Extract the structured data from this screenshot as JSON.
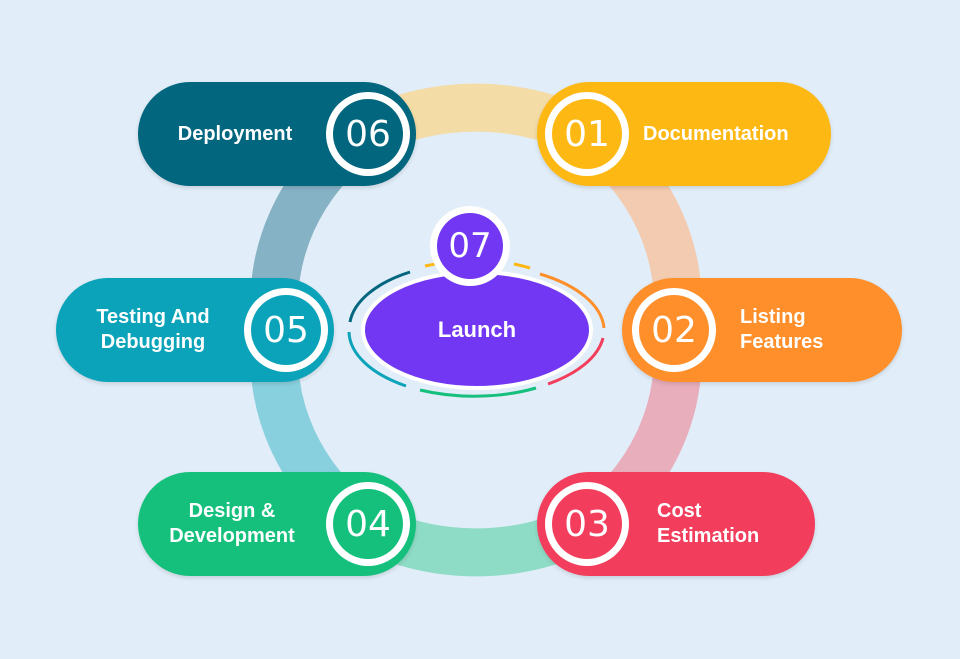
{
  "colors": {
    "background": "#e1edf8",
    "step01": "#fdb813",
    "step02": "#fe8f2b",
    "step03": "#f23e5c",
    "step04": "#15c07d",
    "step05": "#0ba3b9",
    "step06": "#01667e",
    "step07": "#7237f3"
  },
  "steps": [
    {
      "number": "01",
      "label": "Documentation"
    },
    {
      "number": "02",
      "label": "Listing\nFeatures"
    },
    {
      "number": "03",
      "label": "Cost\nEstimation"
    },
    {
      "number": "04",
      "label": "Design &\nDevelopment"
    },
    {
      "number": "05",
      "label": "Testing And\nDebugging"
    },
    {
      "number": "06",
      "label": "Deployment"
    }
  ],
  "center": {
    "number": "07",
    "label": "Launch"
  }
}
